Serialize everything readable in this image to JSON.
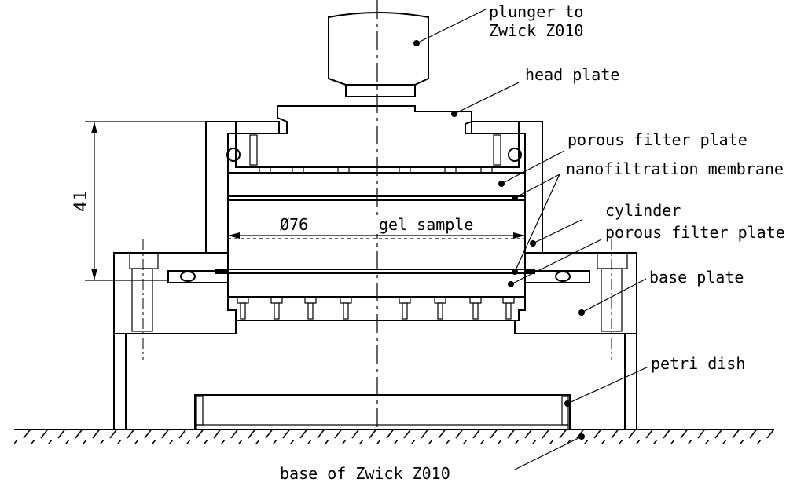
{
  "labels": {
    "plunger_line1": "plunger to",
    "plunger_line2": "Zwick Z010",
    "head_plate": "head plate",
    "porous_filter_top": "porous filter plate",
    "nano_membrane": "nanofiltration membrane",
    "cylinder": "cylinder",
    "porous_filter_bottom": "porous filter plate",
    "base_plate": "base plate",
    "petri_dish": "petri dish",
    "base_of_zwick": "base of Zwick Z010",
    "gel_sample": "gel sample"
  },
  "dimensions": {
    "height": "41",
    "diameter": "Ø76"
  }
}
